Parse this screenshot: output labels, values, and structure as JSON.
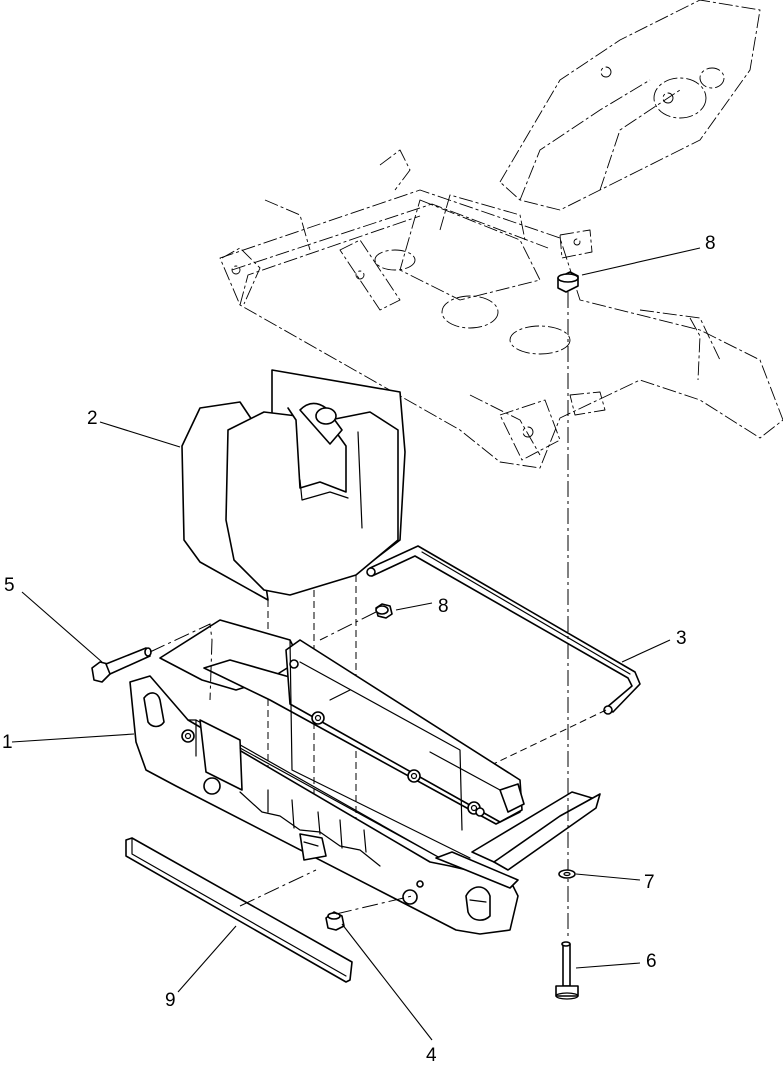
{
  "colors": {
    "ink": "#000000",
    "paper": "#ffffff"
  },
  "callouts": [
    {
      "id": "1",
      "part": "weight-bracket"
    },
    {
      "id": "2",
      "part": "suitcase-weight"
    },
    {
      "id": "3",
      "part": "retaining-rod"
    },
    {
      "id": "4",
      "part": "flange-nut-lower"
    },
    {
      "id": "5",
      "part": "bolt-side"
    },
    {
      "id": "6",
      "part": "bolt-bottom"
    },
    {
      "id": "7",
      "part": "washer"
    },
    {
      "id": "8",
      "part": "flange-nut"
    },
    {
      "id": "8",
      "part": "flange-nut"
    },
    {
      "id": "9",
      "part": "bumper-strip"
    }
  ]
}
